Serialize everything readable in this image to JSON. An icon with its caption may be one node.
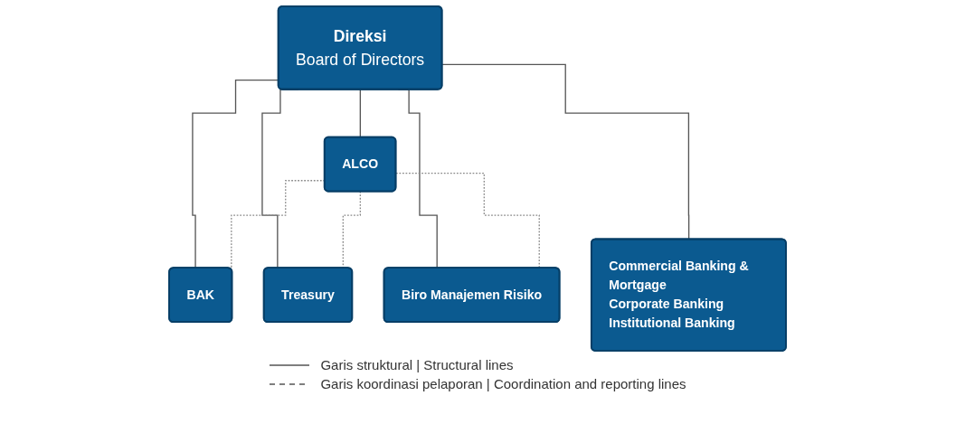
{
  "diagram": {
    "nodes": [
      {
        "text": [
          "Direksi",
          "Board of Directors"
        ]
      },
      {
        "text": [
          "ALCO"
        ]
      },
      {
        "text": [
          "Commercial Banking & Mortgage",
          "Corporate Banking",
          "Institutional Banking"
        ]
      },
      {
        "text": [
          "BAK"
        ]
      },
      {
        "text": [
          "Treasury"
        ]
      },
      {
        "text": [
          "Biro Manajemen Risiko"
        ]
      }
    ],
    "edges": [
      {
        "from": 0,
        "to": 1,
        "arrow": "none"
      },
      {
        "from": 0,
        "to": 2,
        "arrow": "none"
      },
      {
        "from": 0,
        "to": 3,
        "arrow": "none"
      },
      {
        "from": 0,
        "to": 4,
        "arrow": "none"
      },
      {
        "from": 0,
        "to": 5,
        "arrow": "none"
      },
      {
        "from": 1,
        "to": 3,
        "arrow": "none",
        "style": "dashed"
      },
      {
        "from": 1,
        "to": 4,
        "arrow": "none",
        "style": "dashed"
      },
      {
        "from": 1,
        "to": 5,
        "arrow": "none",
        "style": "dashed"
      }
    ],
    "legend": [
      {
        "text": "Garis struktural | Structural lines"
      },
      {
        "text": "Garis koordinasi pelaporan | Coordination and reporting lines"
      }
    ]
  }
}
